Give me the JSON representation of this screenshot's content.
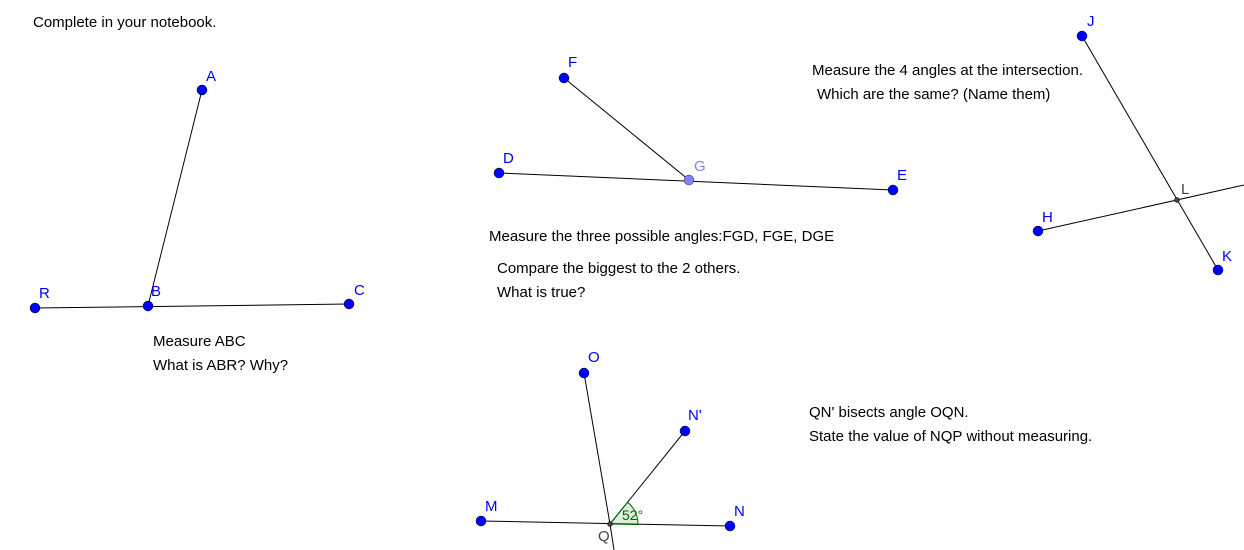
{
  "texts": {
    "instruction": "Complete in your notebook.",
    "abc_line1": "Measure ABC",
    "abc_line2": "What is ABR?  Why?",
    "fgd_line1": "Measure the three possible angles:FGD, FGE, DGE",
    "fgd_line2": "Compare the biggest to the 2 others.",
    "fgd_line3": "What is true?",
    "jl_line1": "Measure the 4 angles at the intersection.",
    "jl_line2": "Which are the same? (Name them)",
    "oqn_line1": "QN' bisects angle OQN.",
    "oqn_line2": "State the value of NQP without measuring."
  },
  "points": {
    "A": "A",
    "B": "B",
    "C": "C",
    "R": "R",
    "F": "F",
    "D": "D",
    "G": "G",
    "E": "E",
    "J": "J",
    "H": "H",
    "L": "L",
    "K": "K",
    "O": "O",
    "N_prime": "N'",
    "M": "M",
    "N": "N",
    "Q": "Q"
  },
  "angle_label": "52°",
  "colors": {
    "point": "#0000ff",
    "point_label": "#0000ff",
    "intersection_point": "#8080ff",
    "intersection_label": "#8080ff",
    "angle": "#006400",
    "line": "#000000"
  }
}
